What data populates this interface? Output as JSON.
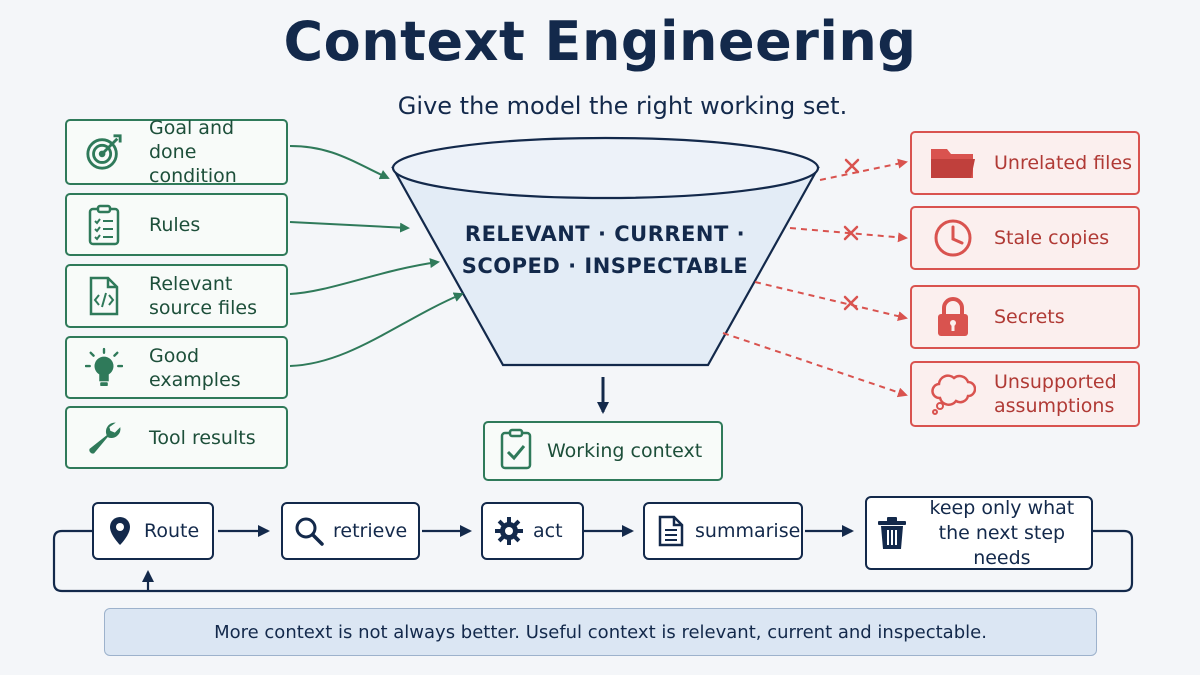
{
  "header": {
    "title": "Context Engineering",
    "subtitle": "Give the model the right working set."
  },
  "inputs": [
    {
      "label": "Goal and\ndone condition",
      "icon": "target-icon"
    },
    {
      "label": "Rules",
      "icon": "checklist-icon"
    },
    {
      "label": "Relevant\nsource files",
      "icon": "code-file-icon"
    },
    {
      "label": "Good\nexamples",
      "icon": "lightbulb-icon"
    },
    {
      "label": "Tool results",
      "icon": "wrench-icon"
    }
  ],
  "funnel": {
    "line1": "RELEVANT · CURRENT ·",
    "line2": "SCOPED · INSPECTABLE"
  },
  "output": {
    "label": "Working context",
    "icon": "clipboard-check-icon"
  },
  "excluded": [
    {
      "label": "Unrelated files",
      "icon": "folder-icon"
    },
    {
      "label": "Stale copies",
      "icon": "clock-icon"
    },
    {
      "label": "Secrets",
      "icon": "lock-icon"
    },
    {
      "label": "Unsupported\nassumptions",
      "icon": "thought-cloud-icon"
    }
  ],
  "loop": [
    {
      "label": "Route",
      "icon": "location-pin-icon"
    },
    {
      "label": "retrieve",
      "icon": "search-icon"
    },
    {
      "label": "act",
      "icon": "gear-icon"
    },
    {
      "label": "summarise",
      "icon": "document-icon"
    },
    {
      "label": "keep only what\nthe next step needs",
      "icon": "trash-icon"
    }
  ],
  "footer": "More context is not always better. Useful context is relevant, current and inspectable.",
  "colors": {
    "navy": "#13294b",
    "green": "#2f7a5a",
    "red": "#d9534f",
    "funnel_fill": "#e3ecf6",
    "footer_fill": "#dbe6f3"
  }
}
